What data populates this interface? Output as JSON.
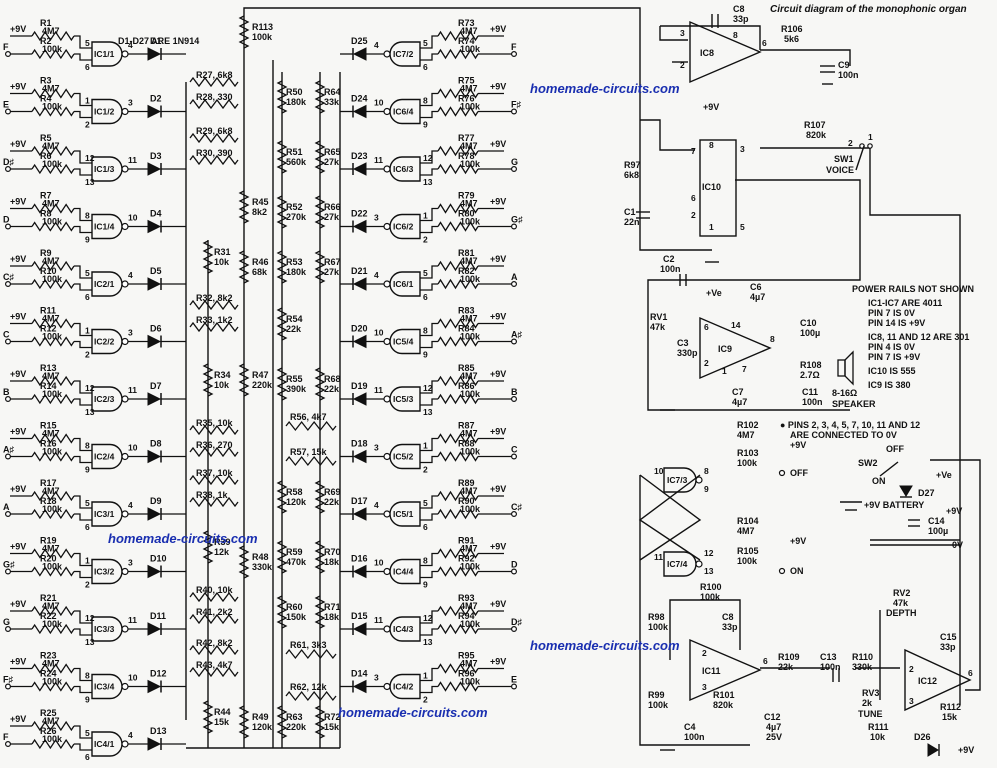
{
  "title": "Circuit diagram of the monophonic organ",
  "watermark": "homemade-circuits.com",
  "diode_note": "D1-D27 ARE 1N914",
  "notes": [
    "POWER RAILS NOT SHOWN",
    "IC1-IC7 ARE 4011",
    "PIN 7 IS 0V",
    "PIN 14 IS +9V",
    "IC8, 11 AND 12 ARE 301",
    "PIN 4 IS 0V",
    "PIN 7 IS +9V",
    "IC10 IS 555",
    "IC9 IS 380"
  ],
  "pins_note": [
    "● PINS 2, 3, 4, 5, 7, 10, 11 AND 12",
    "ARE CONNECTED TO 0V"
  ],
  "left_gates": [
    {
      "note": "F",
      "r_a": "R1",
      "r_av": "4M7",
      "r_b": "R2",
      "r_bv": "100k",
      "ic": "IC1/1",
      "in_a": "5",
      "in_b": "6",
      "out": "4",
      "d": "D1"
    },
    {
      "note": "E",
      "r_a": "R3",
      "r_av": "4M7",
      "r_b": "R4",
      "r_bv": "100k",
      "ic": "IC1/2",
      "in_a": "1",
      "in_b": "2",
      "out": "3",
      "d": "D2"
    },
    {
      "note": "D♯",
      "r_a": "R5",
      "r_av": "4M7",
      "r_b": "R6",
      "r_bv": "100k",
      "ic": "IC1/3",
      "in_a": "12",
      "in_b": "13",
      "out": "11",
      "d": "D3"
    },
    {
      "note": "D",
      "r_a": "R7",
      "r_av": "4M7",
      "r_b": "R8",
      "r_bv": "100k",
      "ic": "IC1/4",
      "in_a": "8",
      "in_b": "9",
      "out": "10",
      "d": "D4"
    },
    {
      "note": "C♯",
      "r_a": "R9",
      "r_av": "4M7",
      "r_b": "R10",
      "r_bv": "100k",
      "ic": "IC2/1",
      "in_a": "5",
      "in_b": "6",
      "out": "4",
      "d": "D5"
    },
    {
      "note": "C",
      "r_a": "R11",
      "r_av": "4M7",
      "r_b": "R12",
      "r_bv": "100k",
      "ic": "IC2/2",
      "in_a": "1",
      "in_b": "2",
      "out": "3",
      "d": "D6"
    },
    {
      "note": "B",
      "r_a": "R13",
      "r_av": "4M7",
      "r_b": "R14",
      "r_bv": "100k",
      "ic": "IC2/3",
      "in_a": "12",
      "in_b": "13",
      "out": "11",
      "d": "D7"
    },
    {
      "note": "A♯",
      "r_a": "R15",
      "r_av": "4M7",
      "r_b": "R16",
      "r_bv": "100k",
      "ic": "IC2/4",
      "in_a": "8",
      "in_b": "9",
      "out": "10",
      "d": "D8"
    },
    {
      "note": "A",
      "r_a": "R17",
      "r_av": "4M7",
      "r_b": "R18",
      "r_bv": "100k",
      "ic": "IC3/1",
      "in_a": "5",
      "in_b": "6",
      "out": "4",
      "d": "D9"
    },
    {
      "note": "G♯",
      "r_a": "R19",
      "r_av": "4M7",
      "r_b": "R20",
      "r_bv": "100k",
      "ic": "IC3/2",
      "in_a": "1",
      "in_b": "2",
      "out": "3",
      "d": "D10"
    },
    {
      "note": "G",
      "r_a": "R21",
      "r_av": "4M7",
      "r_b": "R22",
      "r_bv": "100k",
      "ic": "IC3/3",
      "in_a": "12",
      "in_b": "13",
      "out": "11",
      "d": "D11"
    },
    {
      "note": "F♯",
      "r_a": "R23",
      "r_av": "4M7",
      "r_b": "R24",
      "r_bv": "100k",
      "ic": "IC3/4",
      "in_a": "8",
      "in_b": "9",
      "out": "10",
      "d": "D12"
    },
    {
      "note": "F",
      "r_a": "R25",
      "r_av": "4M7",
      "r_b": "R26",
      "r_bv": "100k",
      "ic": "IC4/1",
      "in_a": "5",
      "in_b": "6",
      "out": "4",
      "d": "D13"
    }
  ],
  "right_gates": [
    {
      "note": "F",
      "r_a": "R73",
      "r_av": "4M7",
      "r_b": "R74",
      "r_bv": "100k",
      "ic": "IC7/2",
      "in_a": "5",
      "in_b": "6",
      "out": "4",
      "d": "D25"
    },
    {
      "note": "F♯",
      "r_a": "R75",
      "r_av": "4M7",
      "r_b": "R76",
      "r_bv": "100k",
      "ic": "IC6/4",
      "in_a": "8",
      "in_b": "9",
      "out": "10",
      "d": "D24"
    },
    {
      "note": "G",
      "r_a": "R77",
      "r_av": "4M7",
      "r_b": "R78",
      "r_bv": "100k",
      "ic": "IC6/3",
      "in_a": "12",
      "in_b": "13",
      "out": "11",
      "d": "D23"
    },
    {
      "note": "G♯",
      "r_a": "R79",
      "r_av": "4M7",
      "r_b": "R80",
      "r_bv": "100k",
      "ic": "IC6/2",
      "in_a": "1",
      "in_b": "2",
      "out": "3",
      "d": "D22"
    },
    {
      "note": "A",
      "r_a": "R81",
      "r_av": "4M7",
      "r_b": "R82",
      "r_bv": "100k",
      "ic": "IC6/1",
      "in_a": "5",
      "in_b": "6",
      "out": "4",
      "d": "D21"
    },
    {
      "note": "A♯",
      "r_a": "R83",
      "r_av": "4M7",
      "r_b": "R84",
      "r_bv": "100k",
      "ic": "IC5/4",
      "in_a": "8",
      "in_b": "9",
      "out": "10",
      "d": "D20"
    },
    {
      "note": "B",
      "r_a": "R85",
      "r_av": "4M7",
      "r_b": "R86",
      "r_bv": "100k",
      "ic": "IC5/3",
      "in_a": "12",
      "in_b": "13",
      "out": "11",
      "d": "D19"
    },
    {
      "note": "C",
      "r_a": "R87",
      "r_av": "4M7",
      "r_b": "R88",
      "r_bv": "100k",
      "ic": "IC5/2",
      "in_a": "1",
      "in_b": "2",
      "out": "3",
      "d": "D18"
    },
    {
      "note": "C♯",
      "r_a": "R89",
      "r_av": "4M7",
      "r_b": "R90",
      "r_bv": "100k",
      "ic": "IC5/1",
      "in_a": "5",
      "in_b": "6",
      "out": "4",
      "d": "D17"
    },
    {
      "note": "D",
      "r_a": "R91",
      "r_av": "4M7",
      "r_b": "R92",
      "r_bv": "100k",
      "ic": "IC4/4",
      "in_a": "8",
      "in_b": "9",
      "out": "10",
      "d": "D16"
    },
    {
      "note": "D♯",
      "r_a": "R93",
      "r_av": "4M7",
      "r_b": "R94",
      "r_bv": "100k",
      "ic": "IC4/3",
      "in_a": "12",
      "in_b": "13",
      "out": "11",
      "d": "D15"
    },
    {
      "note": "E",
      "r_a": "R95",
      "r_av": "4M7",
      "r_b": "R96",
      "r_bv": "100k",
      "ic": "IC4/2",
      "in_a": "1",
      "in_b": "2",
      "out": "3",
      "d": "D14"
    }
  ],
  "ladder_left": [
    [
      "R27, 6k8",
      "R28, 330"
    ],
    [
      "R29, 6k8",
      "R30, 390"
    ],
    [
      "R31",
      "10k"
    ],
    [
      "R32, 8k2",
      "R33, 1k2"
    ],
    [
      "R34",
      "10k"
    ],
    [
      "R35, 10k",
      "R36, 270"
    ],
    [
      "R37, 10k",
      "R38, 1k"
    ],
    [
      "R39",
      "12k"
    ],
    [
      "R40, 10k",
      "R41, 2k2"
    ],
    [
      "R42, 8k2",
      "R43, 4k7"
    ],
    [
      "R44",
      "15k"
    ]
  ],
  "chain_left": [
    [
      "R113",
      "100k"
    ],
    [
      "R45",
      "8k2"
    ],
    [
      "R46",
      "68k"
    ],
    [
      "R47",
      "220k"
    ],
    [
      "R48",
      "330k"
    ],
    [
      "R49",
      "120k"
    ]
  ],
  "ladder_right": [
    [
      "R50",
      "180k",
      "R64",
      "33k"
    ],
    [
      "R51",
      "560k",
      "R65",
      "27k"
    ],
    [
      "R52",
      "270k",
      "R66",
      "27k"
    ],
    [
      "R53",
      "180k",
      "R67",
      "27k"
    ],
    [
      "R54",
      "22k",
      "",
      ""
    ],
    [
      "R55",
      "390k",
      "R68",
      "22k"
    ],
    [
      "R56, 4k7",
      "",
      "",
      ""
    ],
    [
      "R57, 15k",
      "",
      "",
      ""
    ],
    [
      "R58",
      "120k",
      "R69",
      "22k"
    ],
    [
      "R59",
      "470k",
      "R70",
      "18k"
    ],
    [
      "R60",
      "150k",
      "R71",
      "18k"
    ],
    [
      "R61, 3k3",
      "",
      "",
      ""
    ],
    [
      "R62, 12k",
      "",
      "",
      ""
    ],
    [
      "R63",
      "220k",
      "R72",
      "15k"
    ]
  ],
  "osc": {
    "c_top": "C8",
    "c_top_v": "33p",
    "ic8": "IC8",
    "r106": "R106",
    "r106_v": "5k6",
    "c9": "C9",
    "c9_v": "100n",
    "vplus": "+9V",
    "r107": "R107",
    "r107_v": "820k",
    "sw1": "SW1",
    "voice": "VOICE",
    "ic10": "IC10",
    "r97": "R97",
    "r97_v": "6k8",
    "c1": "C1",
    "c1_v": "22n",
    "c2": "C2",
    "c2_v": "100n",
    "pins": [
      "3",
      "2",
      "8",
      "6",
      "7",
      "8",
      "3",
      "6",
      "2",
      "1",
      "5",
      "2",
      "1"
    ]
  },
  "amp": {
    "vplus": "+Ve",
    "c6": "C6",
    "c6_v": "4µ7",
    "rv1": "RV1",
    "rv1_v": "47k",
    "c3": "C3",
    "c3_v": "330p",
    "ic9": "IC9",
    "c10": "C10",
    "c10_v": "100µ",
    "r108": "R108",
    "r108_v": "2.7Ω",
    "c11": "C11",
    "c11_v": "100n",
    "c7": "C7",
    "c7_v": "4µ7",
    "speaker": "8-16Ω",
    "speaker_lbl": "SPEAKER",
    "pins": [
      "14",
      "6",
      "2",
      "8",
      "1",
      "7"
    ]
  },
  "flipflop": {
    "r102": "R102",
    "r102_v": "4M7",
    "r103": "R103",
    "r103_v": "100k",
    "vplus": "+9V",
    "off": "OFF",
    "ic73": "IC7/3",
    "ic74": "IC7/4",
    "r104": "R104",
    "r104_v": "4M7",
    "r105": "R105",
    "r105_v": "100k",
    "on": "ON",
    "pins": [
      "10",
      "8",
      "9",
      "11",
      "12",
      "13"
    ]
  },
  "power": {
    "sw2": "SW2",
    "off": "OFF",
    "on": "ON",
    "d27": "D27",
    "vplus": "+Ve",
    "battery": "+9V BATTERY",
    "v9": "+9V",
    "c14": "C14",
    "c14_v": "100µ",
    "zero": "0V"
  },
  "lfo": {
    "r100": "R100",
    "r100_v": "100k",
    "c8": "C8",
    "c8_v": "33p",
    "r98": "R98",
    "r98_v": "100k",
    "ic11": "IC11",
    "r109": "R109",
    "r109_v": "22k",
    "c13": "C13",
    "c13_v": "100n",
    "r110": "R110",
    "r110_v": "330k",
    "r99": "R99",
    "r99_v": "100k",
    "r101": "R101",
    "r101_v": "820k",
    "c4": "C4",
    "c4_v": "100n",
    "c12": "C12",
    "c12_v": "4µ7",
    "c12_v2": "25V",
    "rv2": "RV2",
    "rv2_v": "47k",
    "depth": "DEPTH",
    "c15": "C15",
    "c15_v": "33p",
    "ic12": "IC12",
    "rv3": "RV3",
    "rv3_v": "2k",
    "tune": "TUNE",
    "r111": "R111",
    "r111_v": "10k",
    "r112": "R112",
    "r112_v": "15k",
    "d26": "D26",
    "v9": "+9V",
    "pins": [
      "2",
      "3",
      "6",
      "2",
      "3",
      "6"
    ]
  }
}
